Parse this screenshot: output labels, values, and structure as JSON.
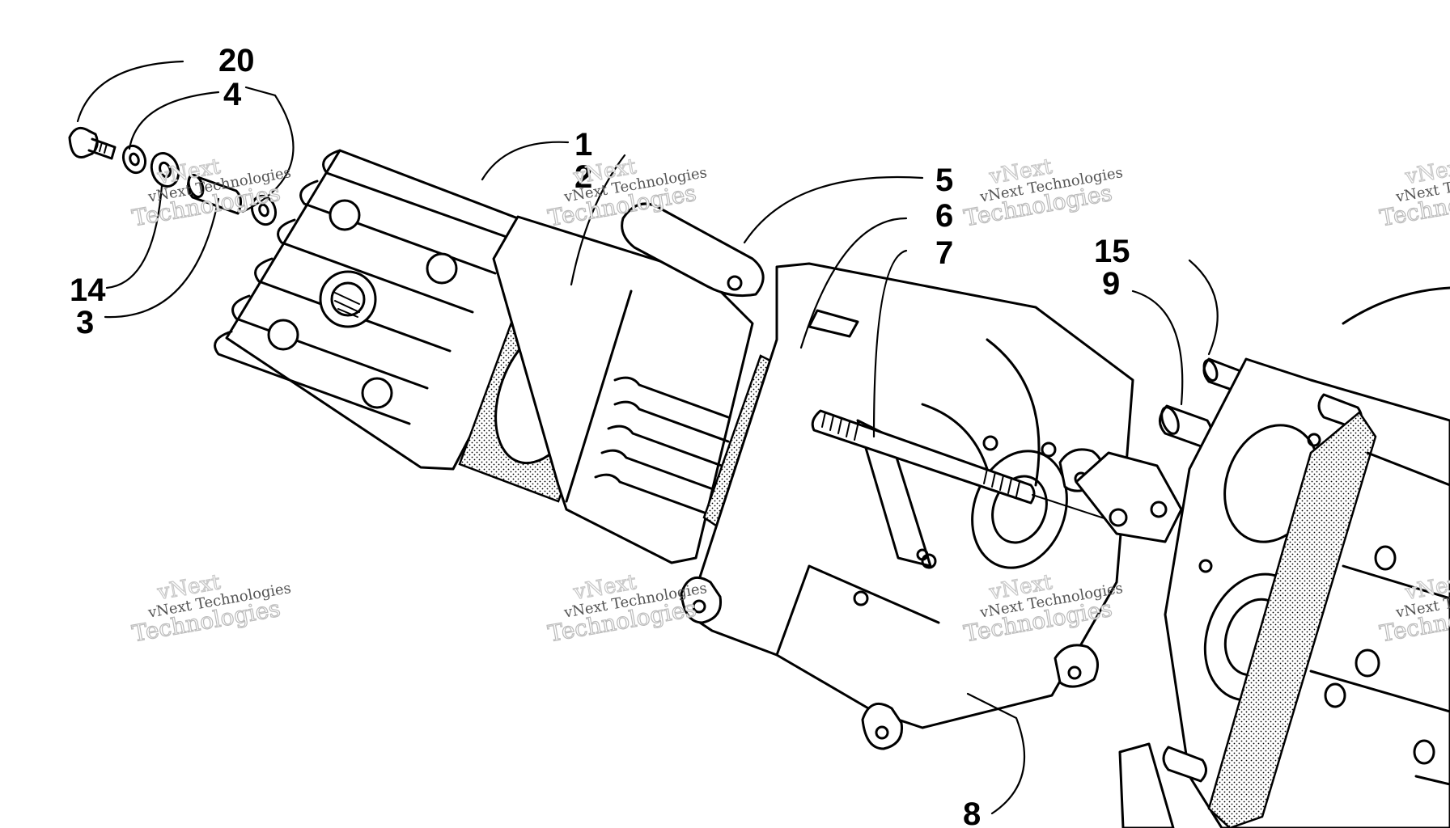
{
  "diagram": {
    "callouts": [
      {
        "id": "c20",
        "label": "20"
      },
      {
        "id": "c4",
        "label": "4"
      },
      {
        "id": "c14",
        "label": "14"
      },
      {
        "id": "c3",
        "label": "3"
      },
      {
        "id": "c1",
        "label": "1"
      },
      {
        "id": "c2",
        "label": "2"
      },
      {
        "id": "c5",
        "label": "5"
      },
      {
        "id": "c6",
        "label": "6"
      },
      {
        "id": "c7",
        "label": "7"
      },
      {
        "id": "c15",
        "label": "15"
      },
      {
        "id": "c9",
        "label": "9"
      },
      {
        "id": "c8",
        "label": "8"
      }
    ],
    "watermark": {
      "line1": "vNext Technologies",
      "line2": "Technologies",
      "ghost": "vNext"
    }
  }
}
